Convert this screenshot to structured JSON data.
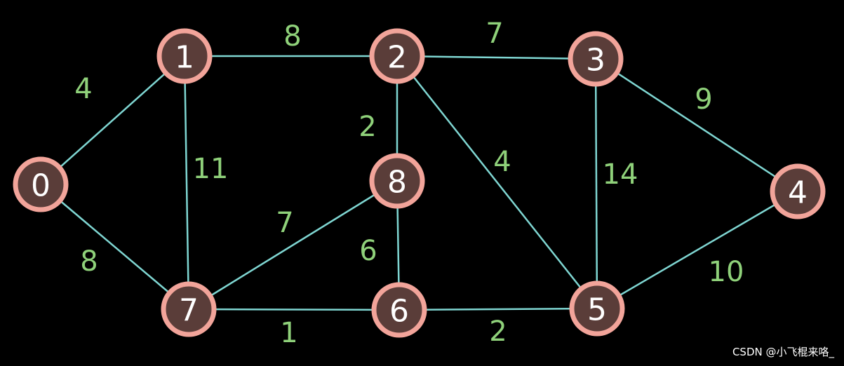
{
  "colors": {
    "background": "#000000",
    "edge": "#7fd6d2",
    "node_fill": "#5a3d39",
    "node_ring": "#f2a49a",
    "node_text": "#ffffff",
    "weight_text": "#8fd17a",
    "watermark_text": "#ffffff"
  },
  "nodes": [
    {
      "id": "0",
      "label": "0"
    },
    {
      "id": "1",
      "label": "1"
    },
    {
      "id": "2",
      "label": "2"
    },
    {
      "id": "3",
      "label": "3"
    },
    {
      "id": "4",
      "label": "4"
    },
    {
      "id": "5",
      "label": "5"
    },
    {
      "id": "6",
      "label": "6"
    },
    {
      "id": "7",
      "label": "7"
    },
    {
      "id": "8",
      "label": "8"
    }
  ],
  "edges": [
    {
      "from": "0",
      "to": "1",
      "weight": "4"
    },
    {
      "from": "0",
      "to": "7",
      "weight": "8"
    },
    {
      "from": "1",
      "to": "2",
      "weight": "8"
    },
    {
      "from": "1",
      "to": "7",
      "weight": "11"
    },
    {
      "from": "2",
      "to": "3",
      "weight": "7"
    },
    {
      "from": "2",
      "to": "8",
      "weight": "2"
    },
    {
      "from": "2",
      "to": "5",
      "weight": "4"
    },
    {
      "from": "3",
      "to": "4",
      "weight": "9"
    },
    {
      "from": "3",
      "to": "5",
      "weight": "14"
    },
    {
      "from": "4",
      "to": "5",
      "weight": "10"
    },
    {
      "from": "5",
      "to": "6",
      "weight": "2"
    },
    {
      "from": "6",
      "to": "7",
      "weight": "1"
    },
    {
      "from": "6",
      "to": "8",
      "weight": "6"
    },
    {
      "from": "7",
      "to": "8",
      "weight": "7"
    }
  ],
  "watermark": "CSDN @小飞棍来咯_"
}
